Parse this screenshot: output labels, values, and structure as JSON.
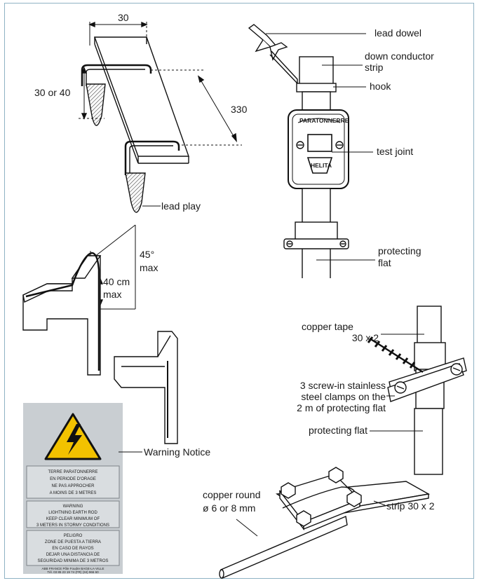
{
  "top_left_figure": {
    "width_dim": "30",
    "height_dim": "30 or 40",
    "length_dim": "330",
    "lead_play": "lead play"
  },
  "top_right_figure": {
    "lead_dowel": "lead dowel",
    "down_conductor_line1": "down conductor",
    "down_conductor_line2": "strip",
    "hook": "hook",
    "test_joint": "test joint",
    "protecting_flat_line1": "protecting",
    "protecting_flat_line2": "flat",
    "paratonnerre": "PARATONNERRE",
    "helita": "HELITA"
  },
  "middle_left_figure": {
    "angle_line1": "45°",
    "angle_line2": "max",
    "height_line1": "40 cm",
    "height_line2": "max"
  },
  "middle_right_figure": {
    "copper_tape_line1": "copper tape",
    "copper_tape_line2": "30 x 2",
    "clamps_line1": "3 screw-in stainless",
    "clamps_line2": "steel clamps on the",
    "clamps_line3": "2 m of protecting flat",
    "protecting_flat": "protecting flat"
  },
  "warning_sign": {
    "label": "Warning Notice",
    "fr_1": "TERRE PARATONNERRE",
    "fr_2": "EN PERIODE D'ORAGE",
    "fr_3": "NE PAS APPROCHER",
    "fr_4": "A MOINS DE 3 METRES",
    "en_1": "WARNING",
    "en_2": "LIGHTNING EARTH ROD",
    "en_3": "KEEP CLEAR MINIMUM OF",
    "en_4": "3 METERS IN STORMY CONDITIONS",
    "es_1": "PELIGRO",
    "es_2": "ZONE DE PUESTA A TIERRA",
    "es_3": "EN CASO DE RAYOS",
    "es_4": "DEJAR UNA DISTANCIA DE",
    "es_5": "SEGURIDAD MINIMA DE 3 METROS",
    "footer_1": "ABB FRANCE Pôle Foudre BAGE-LA-VILLE",
    "footer_2": "Tél. 03 85 23 19 74 (FR) (34) 966 60"
  },
  "bottom_figure": {
    "copper_round_line1": "copper round",
    "copper_round_line2": "ø 6 or 8 mm",
    "strip": "strip 30 x 2"
  },
  "colors": {
    "frame": "#8fb2c4",
    "warning_yellow": "#f2c200",
    "sign_grey": "#c9ced2"
  }
}
